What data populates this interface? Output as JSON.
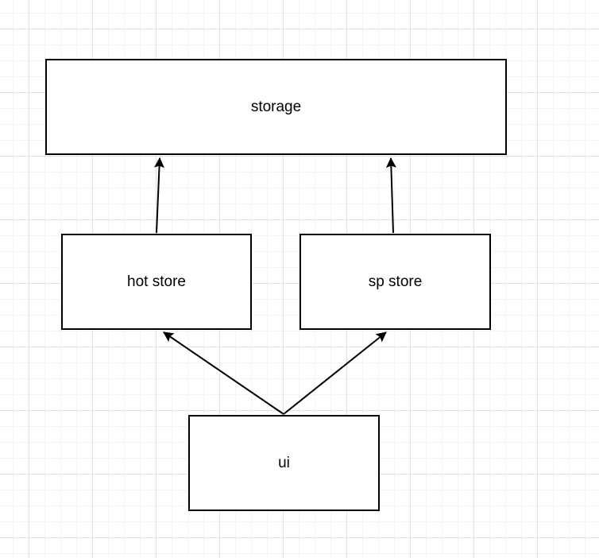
{
  "diagram": {
    "type": "flowchart",
    "background": "grid-canvas",
    "nodes": [
      {
        "id": "storage",
        "label": "storage"
      },
      {
        "id": "hot-store",
        "label": "hot store"
      },
      {
        "id": "sp-store",
        "label": "sp store"
      },
      {
        "id": "ui",
        "label": "ui"
      }
    ],
    "edges": [
      {
        "from": "hot-store",
        "to": "storage",
        "arrow": "filled-triangle"
      },
      {
        "from": "sp-store",
        "to": "storage",
        "arrow": "filled-triangle"
      },
      {
        "from": "ui",
        "to": "hot-store",
        "arrow": "filled-triangle"
      },
      {
        "from": "ui",
        "to": "sp-store",
        "arrow": "filled-triangle"
      }
    ],
    "colors": {
      "node_fill": "#ffffff",
      "node_border": "#000000",
      "edge": "#000000",
      "text": "#000000",
      "grid_minor": "#f4f4f4",
      "grid_major": "#e2e2e2",
      "background": "#ffffff"
    }
  }
}
